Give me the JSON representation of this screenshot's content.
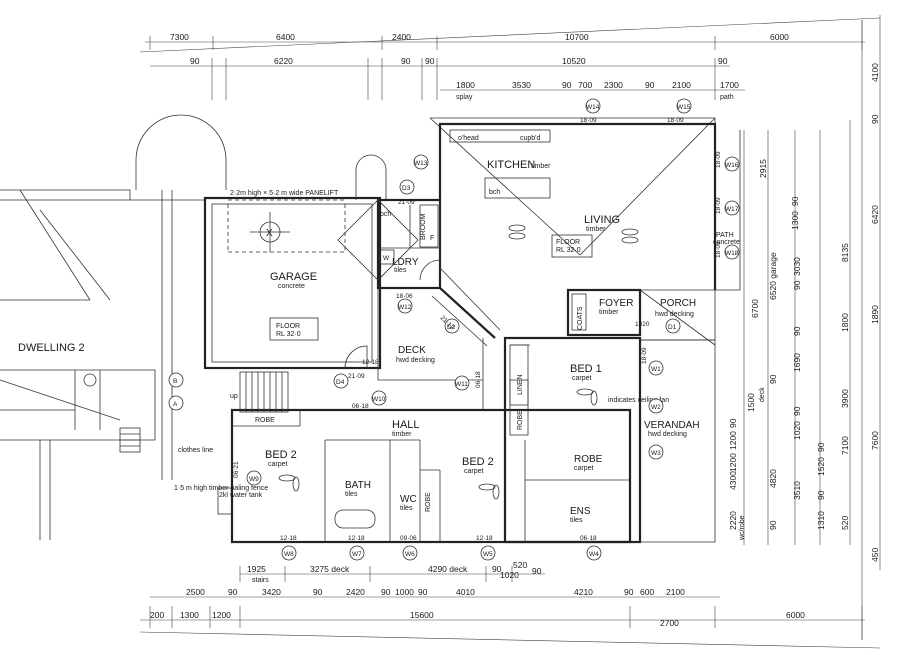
{
  "rooms": {
    "kitchen": {
      "name": "KITCHEN",
      "finish": "timber",
      "ohead": "o'head",
      "cupbd": "cupb'd",
      "bch": "bch"
    },
    "living": {
      "name": "LIVING",
      "finish": "timber"
    },
    "garage": {
      "name": "GARAGE",
      "finish": "concrete",
      "door": "2·2m high × 5·2 m wide PANELIFT"
    },
    "garage_floor": {
      "name": "FLOOR",
      "rl": "RL 32·0"
    },
    "living_floor": {
      "name": "FLOOR",
      "rl": "RL 32·0"
    },
    "lndry": {
      "name": "LDRY",
      "finish": "tiles",
      "w": "W"
    },
    "broom": "BROOM",
    "foyer": {
      "name": "FOYER",
      "finish": "timber"
    },
    "porch": {
      "name": "PORCH",
      "finish": "hwd decking"
    },
    "coats": "COATS",
    "deck": {
      "name": "DECK",
      "finish": "hwd decking"
    },
    "bed1": {
      "name": "BED 1",
      "finish": "carpet"
    },
    "bed2_left": {
      "name": "BED 2",
      "finish": "carpet"
    },
    "bed2_mid": {
      "name": "BED 2",
      "finish": "carpet"
    },
    "verandah": {
      "name": "VERANDAH",
      "finish": "hwd decking"
    },
    "hall": {
      "name": "HALL",
      "finish": "timber"
    },
    "bath": {
      "name": "BATH",
      "finish": "tiles"
    },
    "wc": {
      "name": "WC",
      "finish": "tiles"
    },
    "ens": {
      "name": "ENS",
      "finish": "tiles"
    },
    "robe_right": {
      "name": "ROBE",
      "finish": "carpet"
    },
    "robe_left": "ROBE",
    "robe_mid": "ROBE",
    "robe_vert": "ROBE",
    "linen": "LINEN",
    "fan_note": "indicates ceiling fan",
    "path": {
      "name": "PATH",
      "finish": "concrete"
    },
    "dwelling2": "DWELLING 2",
    "clothes_line": "clothes line",
    "fence": "1·5 m high timber paling fence",
    "tank": "2kl water tank",
    "up": "up",
    "bch": "bch",
    "f": "F",
    "x": "X",
    "a": "A",
    "b": "B"
  },
  "windows": [
    "W1",
    "W2",
    "W3",
    "W4",
    "W5",
    "W6",
    "W7",
    "W8",
    "W9",
    "W10",
    "W11",
    "W12",
    "W13",
    "W14",
    "W15",
    "W16",
    "W17",
    "W18",
    "D1",
    "D2",
    "D3",
    "D4"
  ],
  "window_sizes": {
    "w14": "18·09",
    "w15": "18·09",
    "w16": "18·09",
    "w17": "18·09",
    "w18": "18·09",
    "d3": "21·09",
    "w12": "18·06",
    "d2": "21·12",
    "d4": "21·09",
    "w10": "06·18",
    "w11": "06·18",
    "w1": "18·09",
    "w8": "12·18",
    "w7": "12·18",
    "w6": "09·06",
    "w5": "12·18",
    "w4": "06·18",
    "w9": "06·21",
    "d1": "1020",
    "bath_win": "12·18"
  },
  "dims_top": {
    "row1": [
      "7300",
      "6400",
      "2400",
      "10700",
      "6000"
    ],
    "row2": [
      "90",
      "6220",
      "90",
      "90",
      "10520",
      "90"
    ],
    "row3": [
      "1800",
      "3530",
      "90",
      "700",
      "2300",
      "90",
      "2100",
      "1700"
    ],
    "splay": "splay",
    "path": "path"
  },
  "dims_bottom": {
    "row1": [
      "1925",
      "3275 deck",
      "4290 deck",
      "90",
      "1020",
      "520",
      "90"
    ],
    "stairs": "stairs",
    "row2": [
      "2500",
      "90",
      "3420",
      "90",
      "2420",
      "90",
      "1000",
      "90",
      "4010",
      "4210",
      "90",
      "600",
      "2100"
    ],
    "row3": [
      "200",
      "1300",
      "1200",
      "15600",
      "2700",
      "6000"
    ]
  },
  "dims_right": {
    "far": [
      "4100",
      "90",
      "6420",
      "1890",
      "7600",
      "450"
    ],
    "mid": [
      "2915",
      "90",
      "1300",
      "8135",
      "1800",
      "3900",
      "7100"
    ],
    "inner": [
      "6520 garage",
      "90",
      "3030",
      "90",
      "1690",
      "90",
      "1500",
      "4820",
      "90",
      "1020",
      "90",
      "1520",
      "3510",
      "90",
      "1310",
      "520",
      "90"
    ],
    "inner2": [
      "6700",
      "4300",
      "2220",
      "1200",
      "90",
      "1200"
    ],
    "deck": "deck",
    "wc_robe": "wc/robe"
  }
}
